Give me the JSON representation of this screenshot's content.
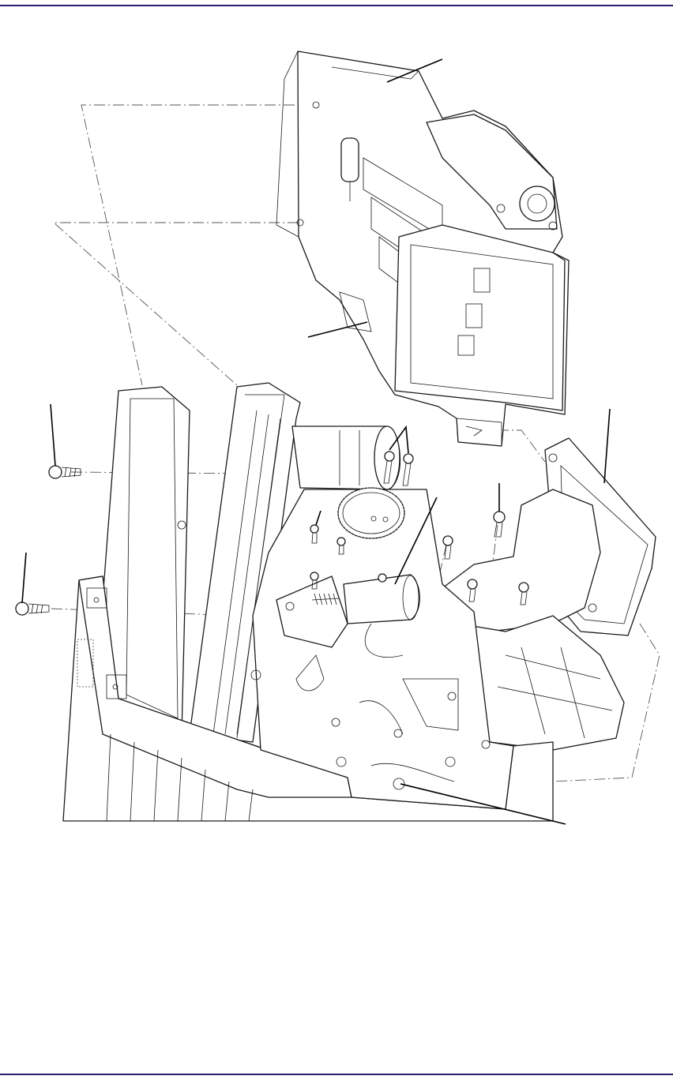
{
  "page": {
    "rule_color": "#2e1a6e"
  },
  "drawing": {
    "callouts": [
      {
        "id": "print-head-assembly"
      },
      {
        "id": "head-lower-part"
      },
      {
        "id": "left-screw-top"
      },
      {
        "id": "left-screw-bottom"
      },
      {
        "id": "motor-screws"
      },
      {
        "id": "right-screw"
      },
      {
        "id": "center-screw"
      },
      {
        "id": "solenoid"
      },
      {
        "id": "ribbon-guide"
      },
      {
        "id": "bottom-screw"
      }
    ]
  }
}
